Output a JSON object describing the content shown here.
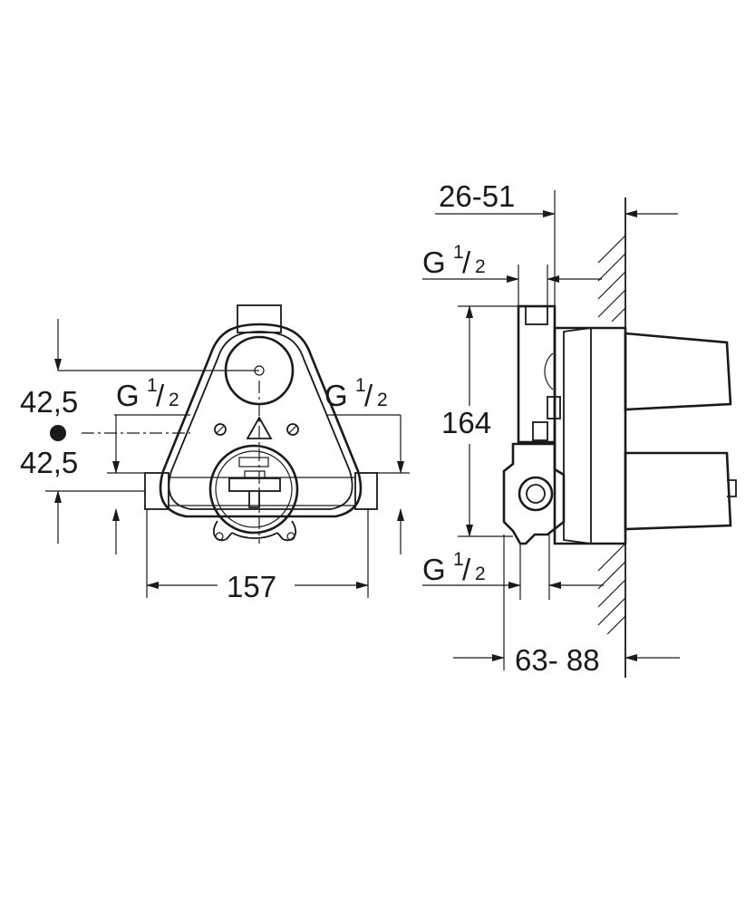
{
  "front_view": {
    "dim_upper": "42,5",
    "dim_lower": "42,5",
    "thread_left": {
      "letter": "G",
      "num": "1",
      "den": "2"
    },
    "thread_right": {
      "letter": "G",
      "num": "1",
      "den": "2"
    },
    "width": "157"
  },
  "side_view": {
    "depth_top": "26-51",
    "thread_top": {
      "letter": "G",
      "num": "1",
      "den": "2"
    },
    "height": "164",
    "thread_bottom": {
      "letter": "G",
      "num": "1",
      "den": "2"
    },
    "depth_bottom": "63- 88"
  },
  "colors": {
    "line": "#1a1a1a",
    "hatch": "#1a1a1a",
    "background": "#ffffff"
  },
  "icons": [
    "recycle-symbol-icon",
    "brand-logo-icon",
    "arrowhead-icon",
    "reference-dot-icon"
  ]
}
